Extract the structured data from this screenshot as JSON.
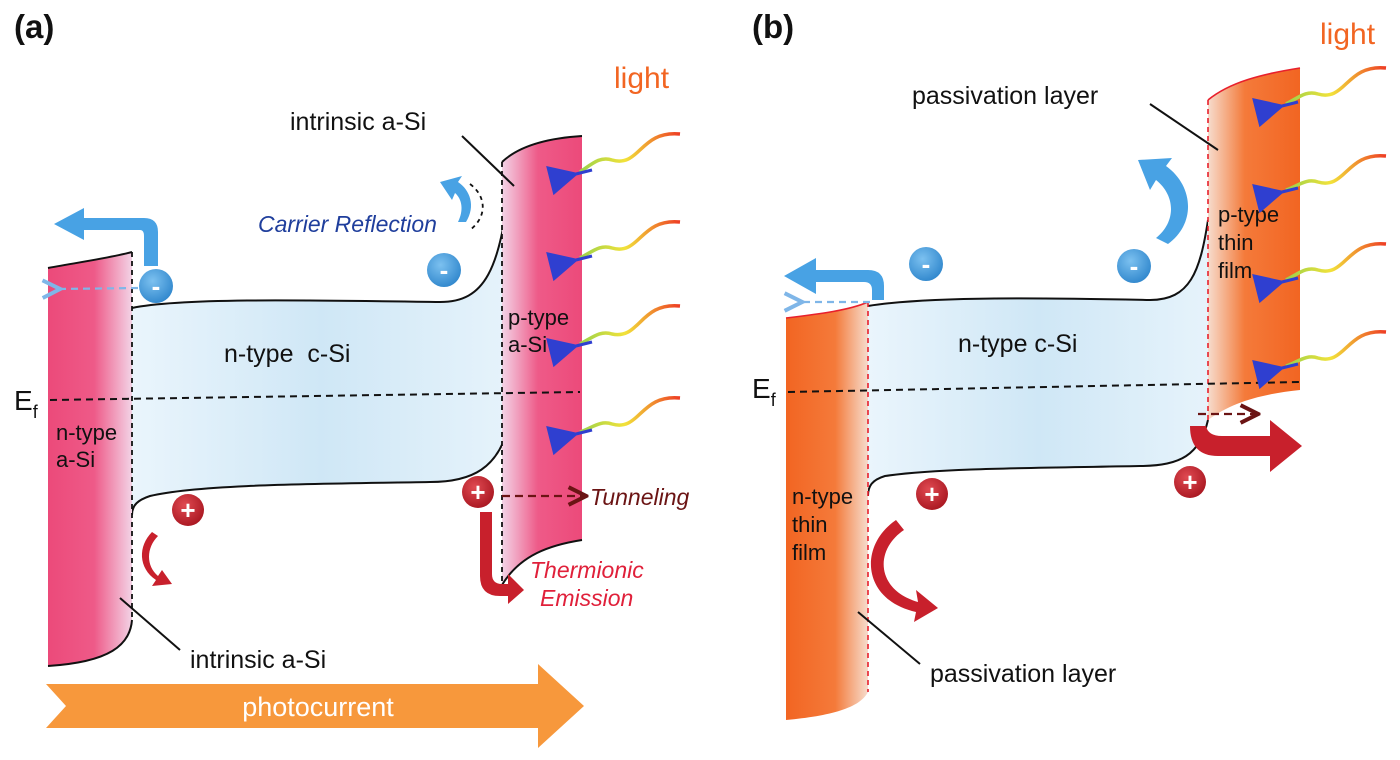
{
  "panel_a": {
    "label": "(a)",
    "light": "light",
    "intrinsic_top": "intrinsic a-Si",
    "intrinsic_bottom": "intrinsic a-Si",
    "carrier_reflection": "Carrier Reflection",
    "n_type_csi": "n-type  c-Si",
    "p_type_line1": "p-type",
    "p_type_line2": "a-Si",
    "n_type_line1": "n-type",
    "n_type_line2": "a-Si",
    "ef_main": "E",
    "ef_sub": "f",
    "tunneling": "Tunneling",
    "thermionic_line1": "Thermionic",
    "thermionic_line2": "Emission",
    "photocurrent": "photocurrent"
  },
  "panel_b": {
    "label": "(b)",
    "light": "light",
    "passivation_top": "passivation layer",
    "passivation_bottom": "passivation layer",
    "n_type_csi": "n-type c-Si",
    "p_type_line1": "p-type",
    "p_type_line2": "thin",
    "p_type_line3": "film",
    "n_type_line1": "n-type",
    "n_type_line2": "thin",
    "n_type_line3": "film",
    "ef_main": "E",
    "ef_sub": "f"
  },
  "signs": {
    "electron": "-",
    "hole": "+"
  },
  "colors": {
    "a_si_pink": "#ec4a7a",
    "thin_film_orange": "#f26522",
    "csi_light_blue": "#d6ecf8",
    "electron_blue": "#3a94d8",
    "hole_red": "#c8202c",
    "photocurrent_orange": "#f7983c"
  },
  "icons": [
    "electron-icon",
    "hole-icon",
    "light-ray-icon",
    "reflection-arrow-icon",
    "photocurrent-arrow-icon"
  ]
}
